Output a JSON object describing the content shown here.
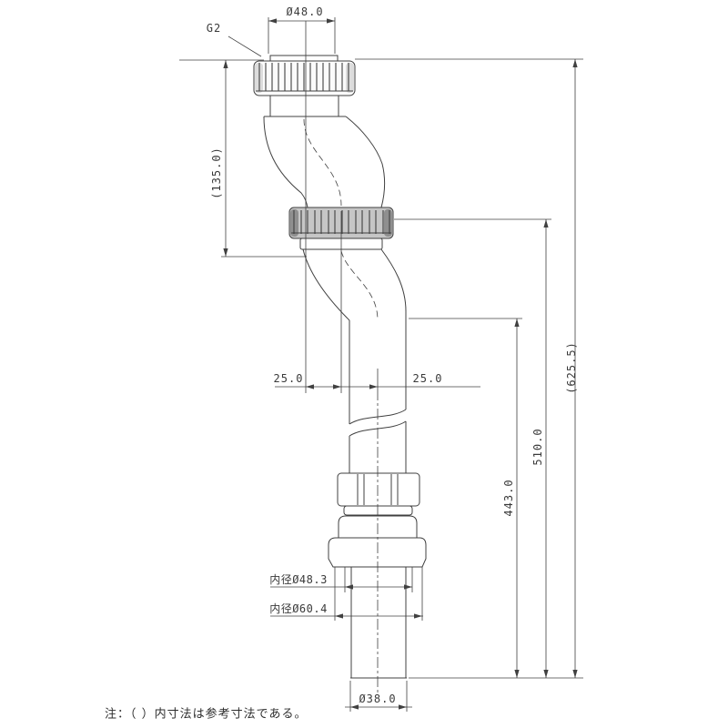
{
  "drawing": {
    "type": "technical-drawing",
    "subject": "offset drain pipe with union nuts",
    "line_color": "#404040",
    "labels": {
      "thread_size": "G2",
      "top_nut_diameter": "Ø48.0",
      "upper_offset_height_ref": "(135.0)",
      "offset_left": "25.0",
      "offset_right": "25.0",
      "pipe_length": "443.0",
      "length_to_union": "510.0",
      "overall_length_ref": "(625.5)",
      "inner_diameter_small": "内径Ø48.3",
      "inner_diameter_large": "内径Ø60.4",
      "pipe_outer_diameter": "Ø38.0"
    },
    "note": "注：（ ）内寸法は参考寸法である。"
  }
}
